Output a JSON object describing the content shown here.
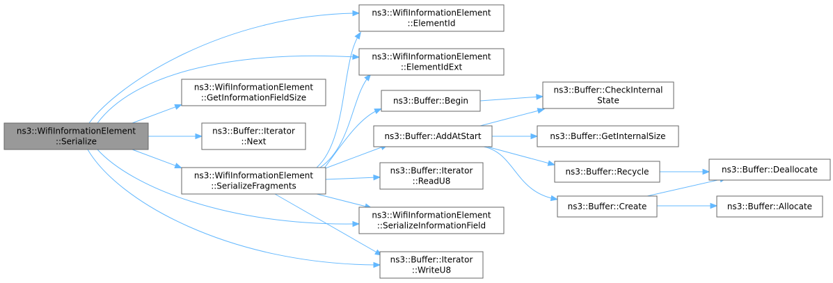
{
  "colors": {
    "edge": "#63b8ff",
    "node_border": "#666666",
    "node_fill": "#ffffff",
    "root_fill": "#999999"
  },
  "nodes": [
    {
      "id": "serialize",
      "lines": [
        "ns3::WifiInformationElement",
        "::Serialize"
      ],
      "root": true
    },
    {
      "id": "elementid",
      "lines": [
        "ns3::WifiInformationElement",
        "::ElementId"
      ]
    },
    {
      "id": "elementidext",
      "lines": [
        "ns3::WifiInformationElement",
        "::ElementIdExt"
      ]
    },
    {
      "id": "getinfofieldsize",
      "lines": [
        "ns3::WifiInformationElement",
        "::GetInformationFieldSize"
      ]
    },
    {
      "id": "iter-next",
      "lines": [
        "ns3::Buffer::Iterator",
        "::Next"
      ]
    },
    {
      "id": "serializefragments",
      "lines": [
        "ns3::WifiInformationElement",
        "::SerializeFragments"
      ]
    },
    {
      "id": "begin",
      "lines": [
        "ns3::Buffer::Begin"
      ]
    },
    {
      "id": "addatstart",
      "lines": [
        "ns3::Buffer::AddAtStart"
      ]
    },
    {
      "id": "readu8",
      "lines": [
        "ns3::Buffer::Iterator",
        "::ReadU8"
      ]
    },
    {
      "id": "serializeinfofield",
      "lines": [
        "ns3::WifiInformationElement",
        "::SerializeInformationField"
      ]
    },
    {
      "id": "writeu8",
      "lines": [
        "ns3::Buffer::Iterator",
        "::WriteU8"
      ]
    },
    {
      "id": "checkinternalstate",
      "lines": [
        "ns3::Buffer::CheckInternal",
        "State"
      ]
    },
    {
      "id": "getinternalsize",
      "lines": [
        "ns3::Buffer::GetInternalSize"
      ]
    },
    {
      "id": "recycle",
      "lines": [
        "ns3::Buffer::Recycle"
      ]
    },
    {
      "id": "create",
      "lines": [
        "ns3::Buffer::Create"
      ]
    },
    {
      "id": "deallocate",
      "lines": [
        "ns3::Buffer::Deallocate"
      ]
    },
    {
      "id": "allocate",
      "lines": [
        "ns3::Buffer::Allocate"
      ]
    }
  ],
  "edges": [
    {
      "from": "serialize",
      "to": "elementid"
    },
    {
      "from": "serialize",
      "to": "elementidext"
    },
    {
      "from": "serialize",
      "to": "getinfofieldsize"
    },
    {
      "from": "serialize",
      "to": "iter-next"
    },
    {
      "from": "serialize",
      "to": "serializefragments"
    },
    {
      "from": "serialize",
      "to": "serializeinfofield"
    },
    {
      "from": "serialize",
      "to": "writeu8"
    },
    {
      "from": "serializefragments",
      "to": "elementid"
    },
    {
      "from": "serializefragments",
      "to": "elementidext"
    },
    {
      "from": "serializefragments",
      "to": "begin"
    },
    {
      "from": "serializefragments",
      "to": "addatstart"
    },
    {
      "from": "serializefragments",
      "to": "readu8"
    },
    {
      "from": "serializefragments",
      "to": "serializeinfofield"
    },
    {
      "from": "serializefragments",
      "to": "writeu8"
    },
    {
      "from": "begin",
      "to": "checkinternalstate"
    },
    {
      "from": "addatstart",
      "to": "checkinternalstate"
    },
    {
      "from": "addatstart",
      "to": "getinternalsize"
    },
    {
      "from": "addatstart",
      "to": "recycle"
    },
    {
      "from": "addatstart",
      "to": "create"
    },
    {
      "from": "recycle",
      "to": "deallocate"
    },
    {
      "from": "create",
      "to": "deallocate"
    },
    {
      "from": "create",
      "to": "allocate"
    }
  ]
}
